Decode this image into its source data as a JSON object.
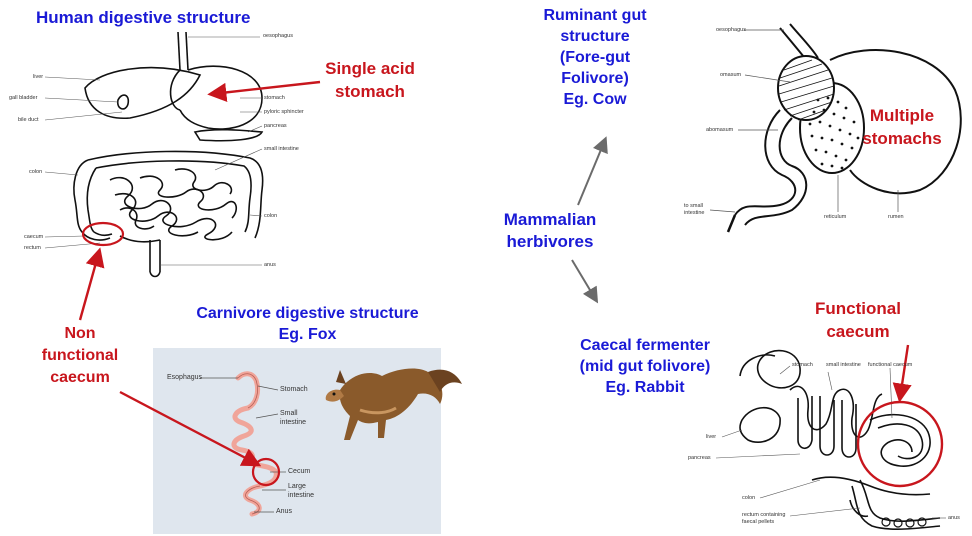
{
  "titles": {
    "human": "Human digestive structure",
    "ruminant_lines": [
      "Ruminant gut",
      "structure",
      "(Fore-gut",
      "Folivore)",
      "Eg. Cow"
    ],
    "mammalian_lines": [
      "Mammalian",
      "herbivores"
    ],
    "caecal_lines": [
      "Caecal fermenter",
      "(mid gut folivore)",
      "Eg. Rabbit"
    ],
    "carnivore_lines": [
      "Carnivore digestive structure",
      "Eg. Fox"
    ]
  },
  "callouts": {
    "single_acid_lines": [
      "Single acid",
      "stomach"
    ],
    "non_functional_lines": [
      "Non",
      "functional",
      "caecum"
    ],
    "multiple_lines": [
      "Multiple",
      "stomachs"
    ],
    "functional_lines": [
      "Functional",
      "caecum"
    ]
  },
  "human_labels": {
    "oesophagus": "oesophagus",
    "liver": "liver",
    "gall_bladder": "gall bladder",
    "bile_duct": "bile duct",
    "stomach": "stomach",
    "pyloric": "pyloric sphincter",
    "pancreas": "pancreas",
    "small_intestine": "small intestine",
    "colon_left": "colon",
    "colon_right": "colon",
    "caecum": "caecum",
    "rectum": "rectum",
    "anus": "anus"
  },
  "cow_labels": {
    "oesophagus": "oesophagus",
    "omasum": "omasum",
    "abomasum": "abomasum",
    "to_small_intestine": [
      "to small",
      "intestine"
    ],
    "reticulum": "reticulum",
    "rumen": "rumen"
  },
  "fox_labels": {
    "esophagus": "Esophagus",
    "stomach": "Stomach",
    "small_intestine": [
      "Small",
      "intestine"
    ],
    "cecum": "Cecum",
    "large_intestine": [
      "Large",
      "intestine"
    ],
    "anus": "Anus"
  },
  "rabbit_labels": {
    "stomach": "stomach",
    "small_intestine": "small intestine",
    "functional_caecum": "functional caecum",
    "liver": "liver",
    "pancreas": "pancreas",
    "colon": "colon",
    "rectum": [
      "rectum containing",
      "faecal pellets"
    ],
    "anus": "anus"
  },
  "colors": {
    "blue": "#1a1ad6",
    "red": "#c8161d",
    "fox_panel": "#dfe6ee",
    "intestine_pink": "#f0a59a"
  }
}
